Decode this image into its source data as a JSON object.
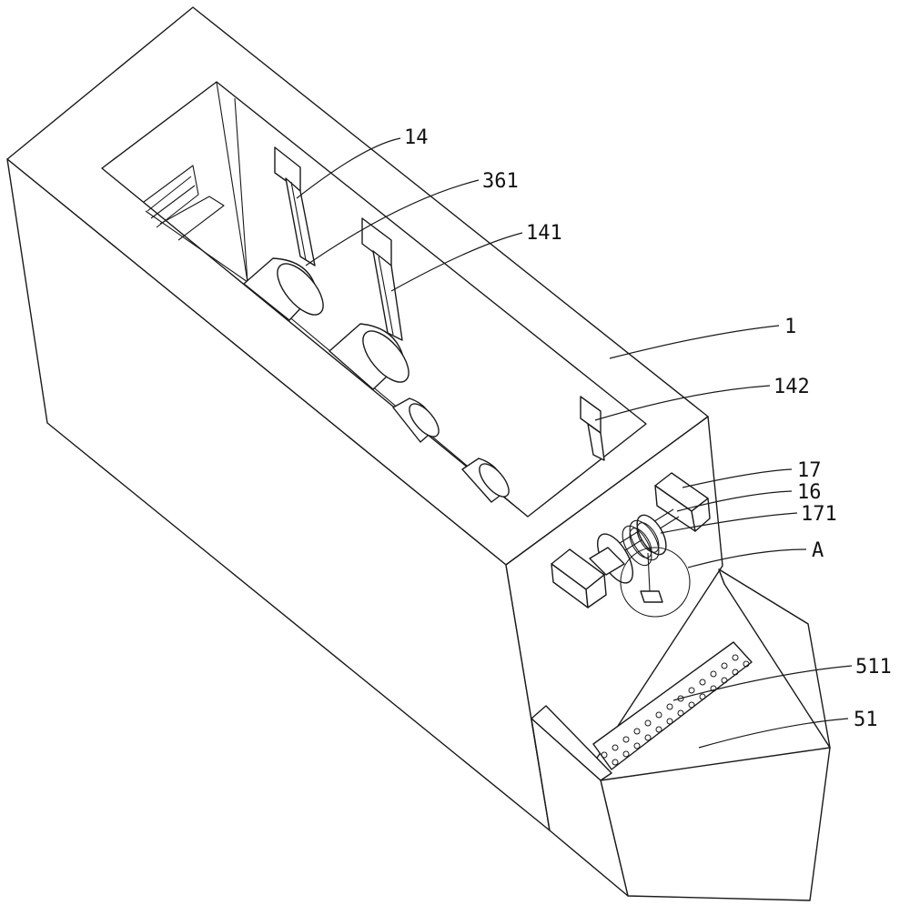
{
  "labels": {
    "l14": "14",
    "l361": "361",
    "l141": "141",
    "l1": "1",
    "l142": "142",
    "l17": "17",
    "l16": "16",
    "l171": "171",
    "lA": "A",
    "l511": "511",
    "l51": "51"
  }
}
